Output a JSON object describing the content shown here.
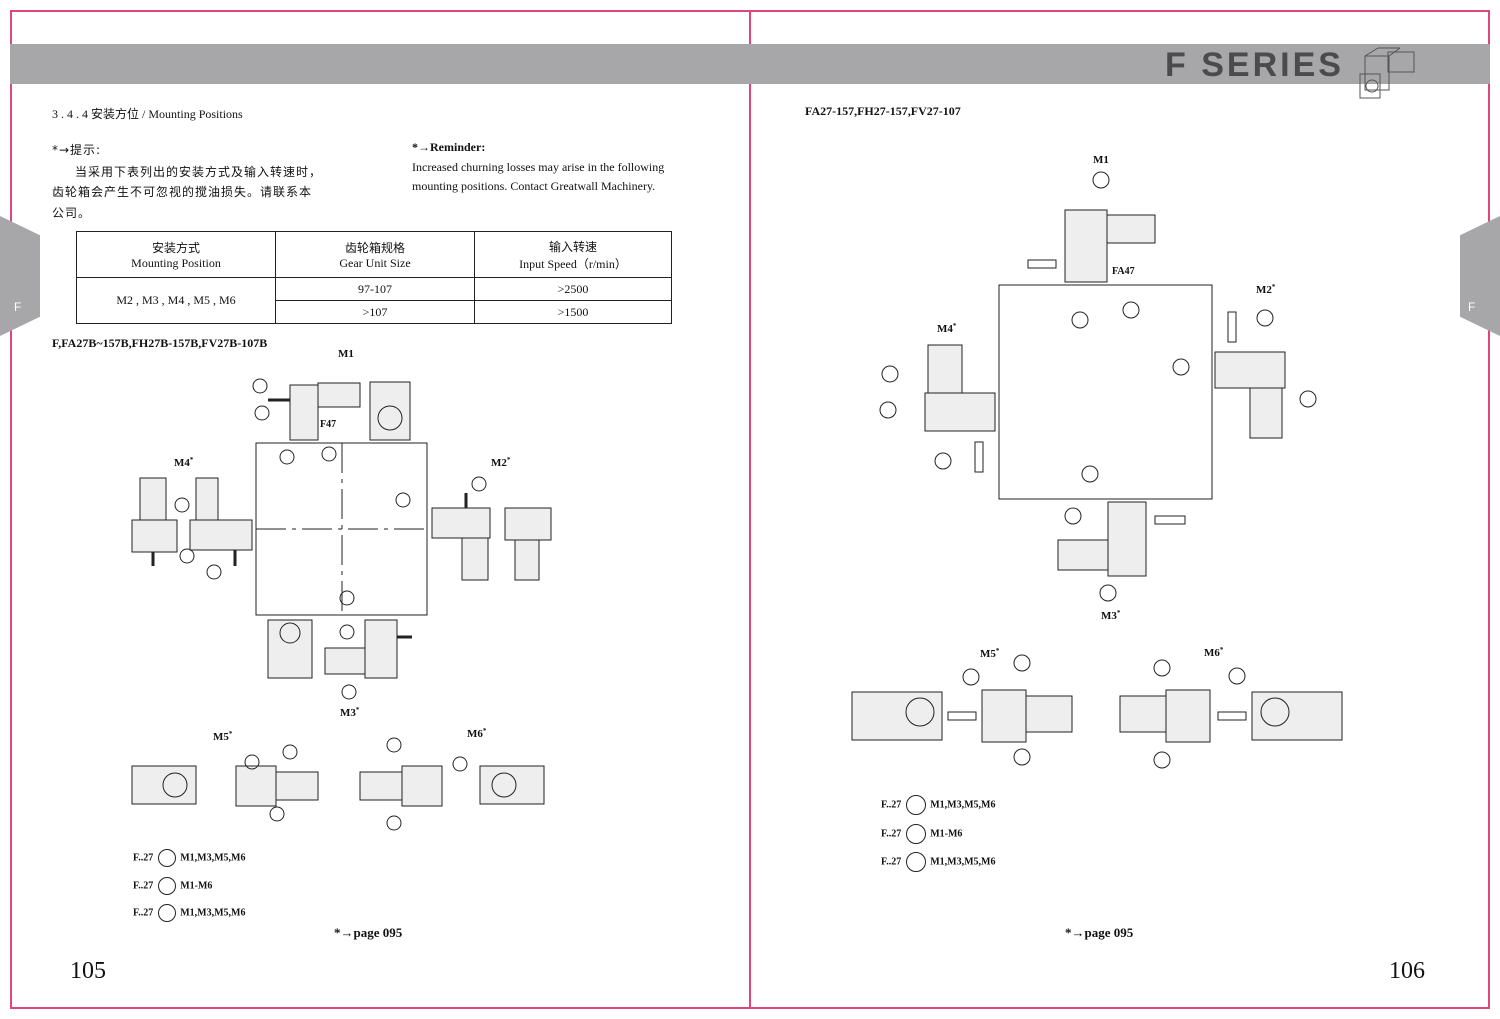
{
  "header": {
    "series_title": "F SERIES",
    "tab_label": "F"
  },
  "left": {
    "section_number": "3.4.4",
    "section_title_zh": "安装方位",
    "section_title_en": " / Mounting Positions",
    "note_zh_title": "*→提示:",
    "note_zh_lines": [
      "当采用下表列出的安装方式及输入转速时，",
      "齿轮箱会产生不可忽视的搅油损失。请联系本",
      "公司。"
    ],
    "note_en_title": "*→Reminder:",
    "note_en_lines": [
      "Increased churning losses may arise in the following",
      "mounting positions. Contact Greatwall Machinery."
    ],
    "table": {
      "headers": [
        {
          "zh": "安装方式",
          "en": "Mounting Position"
        },
        {
          "zh": "齿轮箱规格",
          "en": "Gear Unit Size"
        },
        {
          "zh": "输入转速",
          "en": "Input Speed（r/min）"
        }
      ],
      "position_cell": "M2 , M3 , M4 , M5 , M6",
      "rows": [
        {
          "size": "97-107",
          "speed": ">2500"
        },
        {
          "size": ">107",
          "speed": ">1500"
        }
      ]
    },
    "diagram_title": "F,FA27B~157B,FH27B-157B,FV27B-107B",
    "labels": {
      "m1": "M1",
      "m2": "M2",
      "m3": "M3",
      "m4": "M4",
      "m5": "M5",
      "m6": "M6",
      "f47": "F47",
      "star": "*"
    },
    "legend": [
      {
        "prefix": "F..27",
        "positions": "M1,M3,M5,M6"
      },
      {
        "prefix": "F..27",
        "positions": "M1-M6"
      },
      {
        "prefix": "F..27",
        "positions": "M1,M3,M5,M6"
      }
    ],
    "page_ref": "*→page 095",
    "page_number": "105"
  },
  "right": {
    "diagram_title": "FA27-157,FH27-157,FV27-107",
    "labels": {
      "m1": "M1",
      "m2": "M2",
      "m3": "M3",
      "m4": "M4",
      "m5": "M5",
      "m6": "M6",
      "fa47": "FA47",
      "star": "*"
    },
    "legend": [
      {
        "prefix": "F..27",
        "positions": "M1,M3,M5,M6"
      },
      {
        "prefix": "F..27",
        "positions": "M1-M6"
      },
      {
        "prefix": "F..27",
        "positions": "M1,M3,M5,M6"
      }
    ],
    "page_ref": "*→page 095",
    "page_number": "106"
  }
}
